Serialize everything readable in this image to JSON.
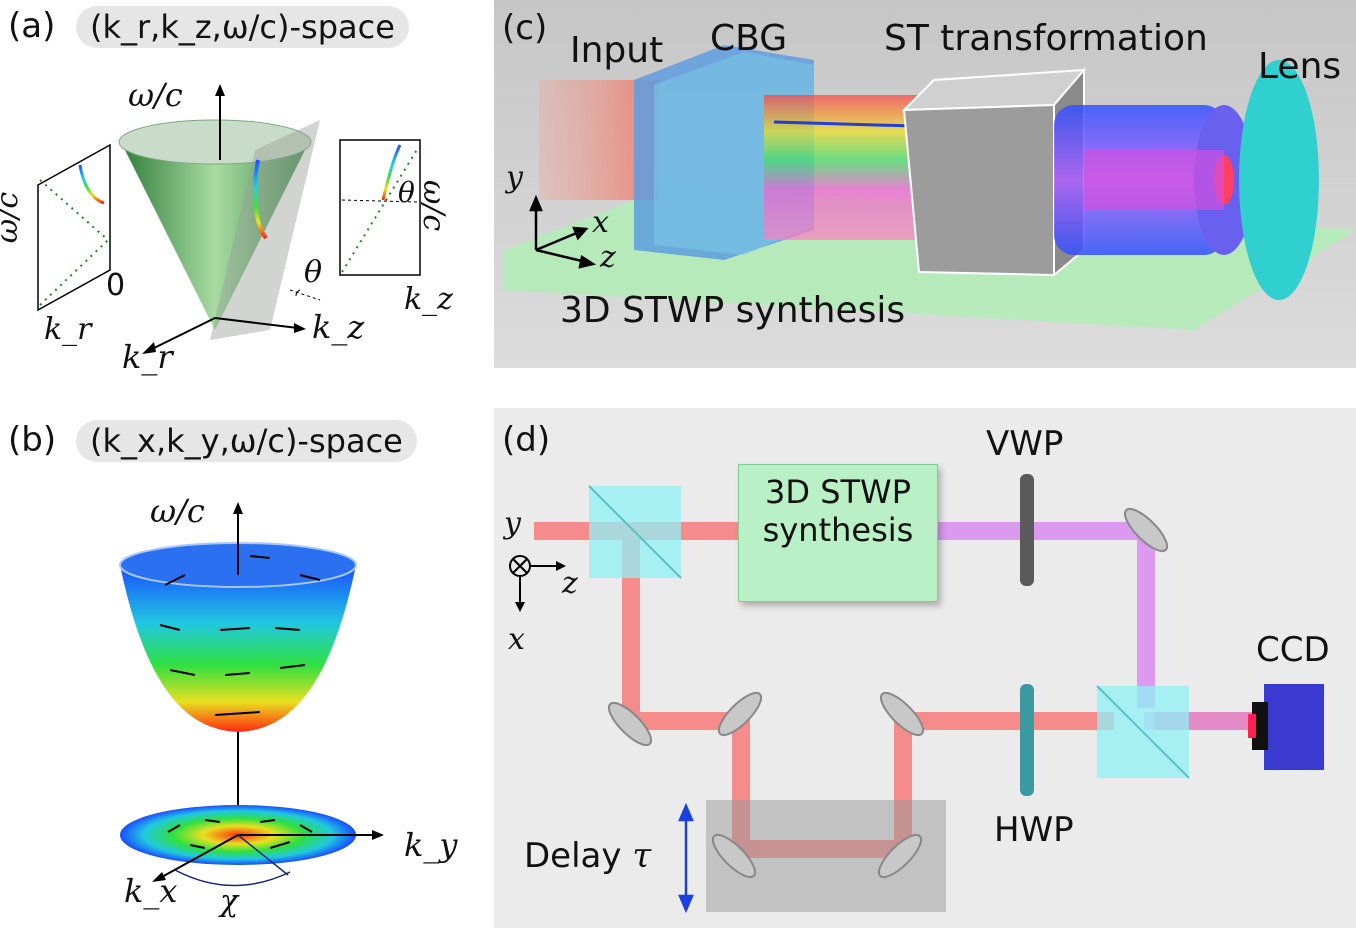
{
  "panel_a": {
    "label": "(a)",
    "space": "(k_r,k_z,ω/c)-space",
    "axis_omega": "ω/c",
    "axis_kr": "k_r",
    "axis_kz": "k_z",
    "angle": "θ",
    "left_inset_y": "ω/c",
    "left_inset_x": "k_r",
    "left_inset_zero": "0",
    "right_inset_y": "ω/c",
    "right_inset_x": "k_z",
    "right_inset_angle": "θ"
  },
  "panel_b": {
    "label": "(b)",
    "space": "(k_x,k_y,ω/c)-space",
    "axis_omega": "ω/c",
    "axis_ky": "k_y",
    "axis_kx": "k_x",
    "angle": "χ"
  },
  "panel_c": {
    "label": "(c)",
    "input": "Input",
    "cbg": "CBG",
    "st": "ST transformation",
    "lens": "Lens",
    "synthesis": "3D STWP synthesis",
    "axis_y": "y",
    "axis_x": "x",
    "axis_z": "z"
  },
  "panel_d": {
    "label": "(d)",
    "box_line1": "3D STWP",
    "box_line2": "synthesis",
    "vwp": "VWP",
    "ccd": "CCD",
    "hwp": "HWP",
    "delay": "Delay",
    "tau": "τ",
    "axis_y": "y",
    "axis_z": "z",
    "axis_x": "x"
  },
  "colors": {
    "beam_red": "#f77b7b",
    "beam_violet": "#d98cf0",
    "cube_cyan": "#8ff0f5",
    "box_green": "#b9f0c6"
  }
}
